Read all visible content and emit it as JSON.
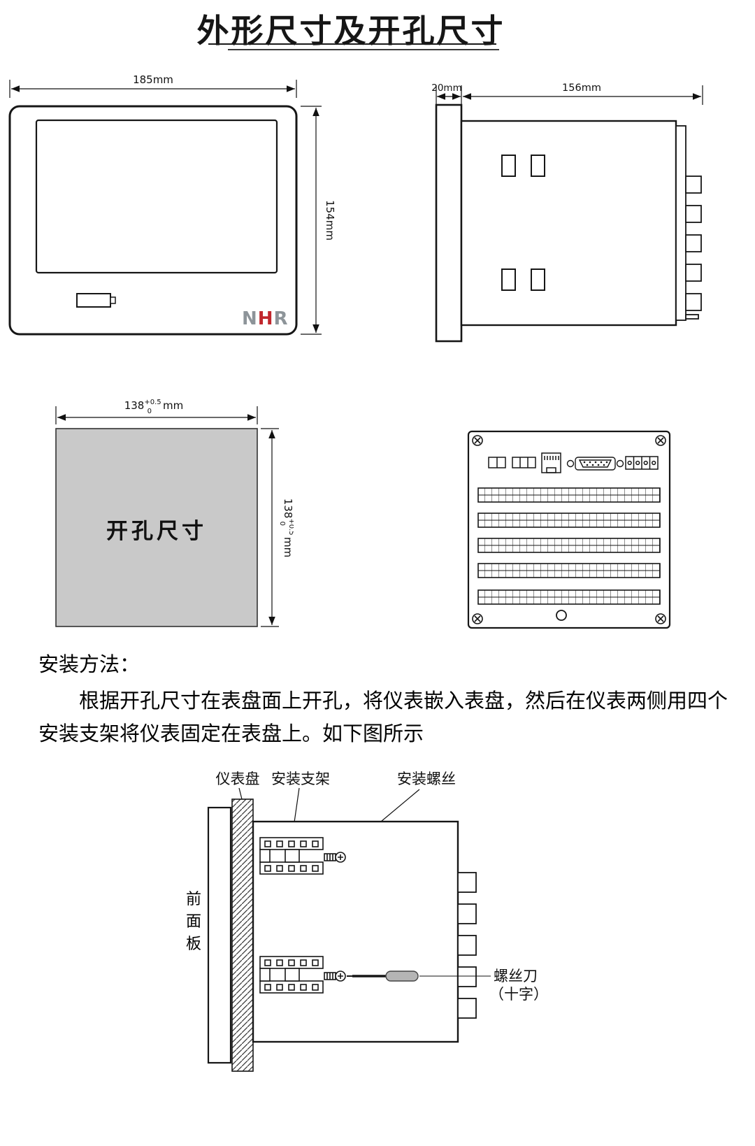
{
  "page": {
    "title": "外形尺寸及开孔尺寸"
  },
  "front_view": {
    "width_dim": "185mm",
    "height_dim": "154mm",
    "logo_n": "N",
    "logo_h": "H",
    "logo_r": "R"
  },
  "side_view": {
    "bezel_dim": "20mm",
    "body_dim": "156mm"
  },
  "cutout": {
    "label": "开孔尺寸",
    "dim_value": "138",
    "dim_tol_plus": "+0.5",
    "dim_tol_minus": "0",
    "dim_unit": "mm"
  },
  "installation": {
    "heading": "安装方法：",
    "paragraph": "根据开孔尺寸在表盘面上开孔，将仪表嵌入表盘，然后在仪表两侧用四个安装支架将仪表固定在表盘上。如下图所示",
    "labels": {
      "panel": "仪表盘",
      "bracket": "安装支架",
      "screw": "安装螺丝",
      "front_panel": "前面板",
      "screwdriver_line1": "螺丝刀",
      "screwdriver_line2": "（十字）"
    }
  },
  "colors": {
    "cutout_fill": "#c9c9c9",
    "logo_gray": "#8d9499",
    "logo_red": "#c1272d"
  }
}
